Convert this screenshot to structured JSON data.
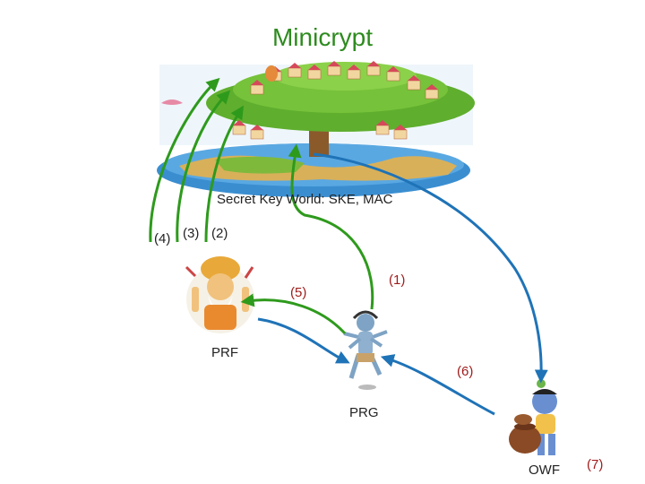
{
  "title": "Minicrypt",
  "world_label": "Secret Key World: SKE, MAC",
  "nodes": {
    "prf": "PRF",
    "prg": "PRG",
    "owf": "OWF"
  },
  "steps": {
    "s1": "(1)",
    "s2": "(2)",
    "s3": "(3)",
    "s4": "(4)",
    "s5": "(5)",
    "s6": "(6)",
    "s7": "(7)"
  },
  "colors": {
    "title": "#2e8b1f",
    "green_arrow": "#2e9a1c",
    "blue_arrow": "#1f73b7",
    "step_label": "#a01c1c"
  },
  "icons": {
    "world": "floating-island-globe-illustration",
    "prf": "four-headed-deity-illustration",
    "prg": "dancing-deity-illustration",
    "owf": "child-deity-with-pots-illustration"
  }
}
